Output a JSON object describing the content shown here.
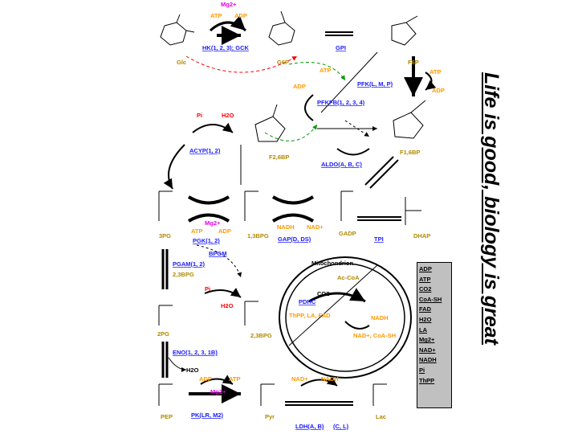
{
  "caption": "Life is good, biology is great",
  "metabolites": {
    "glc": "Glc",
    "g6p": "G6P",
    "f6p": "F6P",
    "f26bp": "F2,6BP",
    "f16bp": "F1,6BP",
    "gadp": "GADP",
    "dhap": "DHAP",
    "bpg13": "1,3BPG",
    "pg3": "3PG",
    "bpg23": "2,3BPG",
    "bpg23b": "2,3BPG",
    "pg2": "2PG",
    "pep": "PEP",
    "pyr": "Pyr",
    "lac": "Lac",
    "mitochondrion": "Mitochondrion",
    "acetylcoa": "Ac-CoA"
  },
  "enzymes": {
    "hk": "HK(1, 2, 3); GCK",
    "gpi": "GPI",
    "pfk": "PFK(L, M, P)",
    "pfkfb": "PFKFB(1, 2, 3, 4)",
    "acyp": "ACYP(1, 2)",
    "aldo": "ALDO(A, B, C)",
    "tpi": "TPI",
    "gap": "GAP(D, DS)",
    "pgk": "PGK(1, 2)",
    "bpgm": "BPGM",
    "pgam": "PGAM(1, 2)",
    "eno": "ENO(1, 2, 3, 1B)",
    "pk": "PK(LR, M2)",
    "ldh": "LDH(A, B)",
    "ldh2": "(C, L)",
    "pdhc": "PDHC"
  },
  "cofactors": {
    "mg": "Mg2+",
    "atp": "ATP",
    "adp": "ADP",
    "pi": "Pi",
    "h2o": "H2O",
    "nad": "NAD+",
    "nadh": "NADH",
    "co2": "CO2",
    "pdhc_cofactors": "ThPP, LA, FAD",
    "nad_coash": "NAD+, CoA-SH"
  },
  "legend_items": [
    "ADP",
    "ATP",
    "CO2",
    "CoA-SH",
    "FAD",
    "H2O",
    "LA",
    "Mg2+",
    "NAD+",
    "NADH",
    "Pi",
    "ThPP"
  ],
  "colors": {
    "enzyme": "#1a1aff",
    "metabolite_label": "#b08a00",
    "phosphate": "#ff0000",
    "magnesium": "#e600e6",
    "nucleotide": "#ff9900",
    "allosteric_red": "#ff0000",
    "allosteric_green": "#009900",
    "legend_bg": "#c0c0c0"
  }
}
